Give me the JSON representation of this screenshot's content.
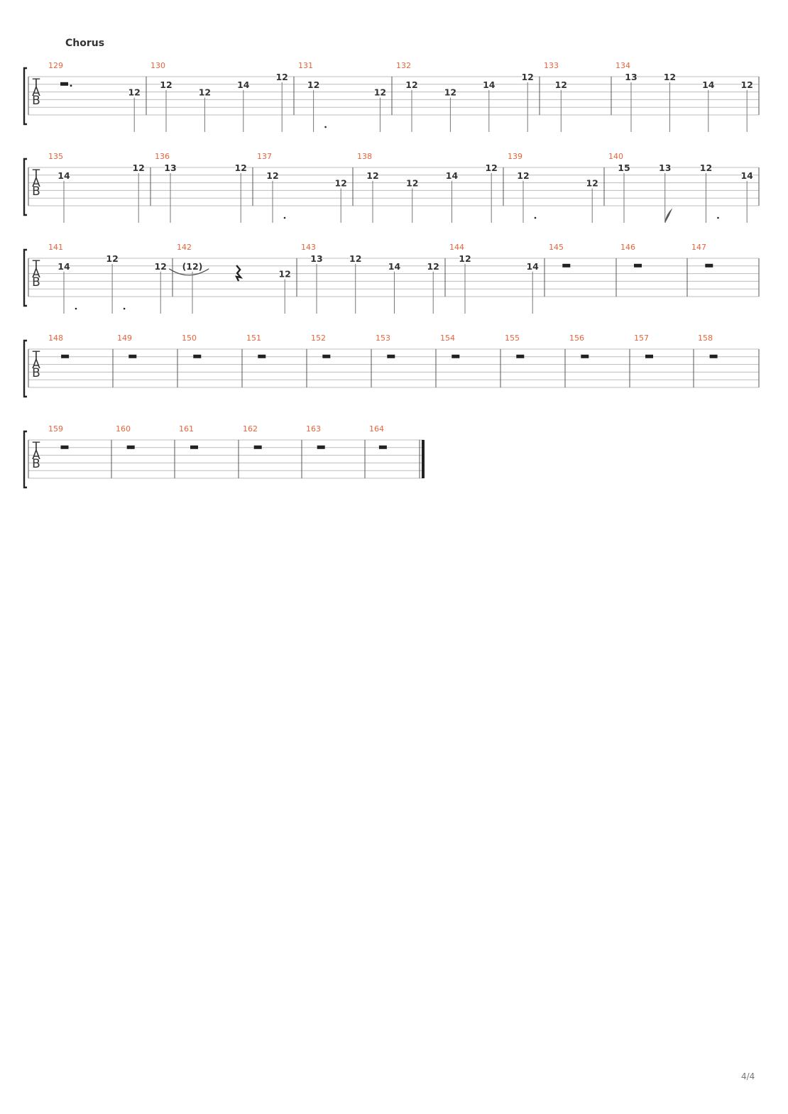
{
  "section_label": "Chorus",
  "page_number": "4/4",
  "clef": [
    "T",
    "A",
    "B"
  ],
  "colors": {
    "measure_number": "#e8643c",
    "staff_line": "#bdbdbd",
    "text": "#333333"
  },
  "systems": [
    {
      "measures": [
        {
          "number": "129",
          "events": [
            {
              "type": "rest",
              "dur": "half",
              "dotted": true
            },
            {
              "type": "note",
              "fret": "12",
              "string": 3
            }
          ]
        },
        {
          "number": "130",
          "events": [
            {
              "type": "note",
              "fret": "12",
              "string": 2
            },
            {
              "type": "note",
              "fret": "12",
              "string": 3
            },
            {
              "type": "note",
              "fret": "14",
              "string": 2
            },
            {
              "type": "note",
              "fret": "12",
              "string": 1
            }
          ]
        },
        {
          "number": "131",
          "events": [
            {
              "type": "note",
              "fret": "12",
              "string": 2,
              "dotted": true
            },
            {
              "type": "note",
              "fret": "12",
              "string": 3
            }
          ]
        },
        {
          "number": "132",
          "events": [
            {
              "type": "note",
              "fret": "12",
              "string": 2
            },
            {
              "type": "note",
              "fret": "12",
              "string": 3
            },
            {
              "type": "note",
              "fret": "14",
              "string": 2
            },
            {
              "type": "note",
              "fret": "12",
              "string": 1
            }
          ]
        },
        {
          "number": "133",
          "events": [
            {
              "type": "note",
              "fret": "12",
              "string": 2
            }
          ]
        },
        {
          "number": "134",
          "events": [
            {
              "type": "note",
              "fret": "13",
              "string": 1
            },
            {
              "type": "note",
              "fret": "12",
              "string": 1
            },
            {
              "type": "note",
              "fret": "14",
              "string": 2
            },
            {
              "type": "note",
              "fret": "12",
              "string": 2
            }
          ]
        }
      ]
    },
    {
      "measures": [
        {
          "number": "135",
          "events": [
            {
              "type": "note",
              "fret": "14",
              "string": 2
            },
            {
              "type": "note",
              "fret": "12",
              "string": 1
            }
          ]
        },
        {
          "number": "136",
          "events": [
            {
              "type": "note",
              "fret": "13",
              "string": 1
            },
            {
              "type": "note",
              "fret": "12",
              "string": 1
            }
          ]
        },
        {
          "number": "137",
          "events": [
            {
              "type": "note",
              "fret": "12",
              "string": 2,
              "dotted": true
            },
            {
              "type": "note",
              "fret": "12",
              "string": 3
            }
          ]
        },
        {
          "number": "138",
          "events": [
            {
              "type": "note",
              "fret": "12",
              "string": 2
            },
            {
              "type": "note",
              "fret": "12",
              "string": 3
            },
            {
              "type": "note",
              "fret": "14",
              "string": 2
            },
            {
              "type": "note",
              "fret": "12",
              "string": 1
            }
          ]
        },
        {
          "number": "139",
          "events": [
            {
              "type": "note",
              "fret": "12",
              "string": 2,
              "dotted": true
            },
            {
              "type": "note",
              "fret": "12",
              "string": 3
            }
          ]
        },
        {
          "number": "140",
          "events": [
            {
              "type": "note",
              "fret": "15",
              "string": 1
            },
            {
              "type": "note",
              "fret": "13",
              "string": 1,
              "flag": true
            },
            {
              "type": "note",
              "fret": "12",
              "string": 1,
              "dotted": true
            },
            {
              "type": "note",
              "fret": "14",
              "string": 2
            }
          ]
        }
      ]
    },
    {
      "measures": [
        {
          "number": "141",
          "events": [
            {
              "type": "note",
              "fret": "14",
              "string": 2,
              "dotted": true
            },
            {
              "type": "note",
              "fret": "12",
              "string": 1,
              "dotted": true
            },
            {
              "type": "note",
              "fret": "12",
              "string": 2,
              "tie": true
            }
          ]
        },
        {
          "number": "142",
          "events": [
            {
              "type": "note",
              "fret": "(12)",
              "string": 2
            },
            {
              "type": "rest",
              "dur": "quarter"
            },
            {
              "type": "note",
              "fret": "12",
              "string": 3
            }
          ]
        },
        {
          "number": "143",
          "events": [
            {
              "type": "note",
              "fret": "13",
              "string": 1
            },
            {
              "type": "note",
              "fret": "12",
              "string": 1
            },
            {
              "type": "note",
              "fret": "14",
              "string": 2
            },
            {
              "type": "note",
              "fret": "12",
              "string": 2
            }
          ]
        },
        {
          "number": "144",
          "events": [
            {
              "type": "note",
              "fret": "12",
              "string": 1
            },
            {
              "type": "note",
              "fret": "14",
              "string": 2
            }
          ]
        },
        {
          "number": "145",
          "events": [
            {
              "type": "rest",
              "dur": "whole"
            }
          ]
        },
        {
          "number": "146",
          "events": [
            {
              "type": "rest",
              "dur": "whole"
            }
          ]
        },
        {
          "number": "147",
          "events": [
            {
              "type": "rest",
              "dur": "whole"
            }
          ]
        }
      ]
    },
    {
      "measures": [
        {
          "number": "148",
          "events": [
            {
              "type": "rest",
              "dur": "whole"
            }
          ]
        },
        {
          "number": "149",
          "events": [
            {
              "type": "rest",
              "dur": "whole"
            }
          ]
        },
        {
          "number": "150",
          "events": [
            {
              "type": "rest",
              "dur": "whole"
            }
          ]
        },
        {
          "number": "151",
          "events": [
            {
              "type": "rest",
              "dur": "whole"
            }
          ]
        },
        {
          "number": "152",
          "events": [
            {
              "type": "rest",
              "dur": "whole"
            }
          ]
        },
        {
          "number": "153",
          "events": [
            {
              "type": "rest",
              "dur": "whole"
            }
          ]
        },
        {
          "number": "154",
          "events": [
            {
              "type": "rest",
              "dur": "whole"
            }
          ]
        },
        {
          "number": "155",
          "events": [
            {
              "type": "rest",
              "dur": "whole"
            }
          ]
        },
        {
          "number": "156",
          "events": [
            {
              "type": "rest",
              "dur": "whole"
            }
          ]
        },
        {
          "number": "157",
          "events": [
            {
              "type": "rest",
              "dur": "whole"
            }
          ]
        },
        {
          "number": "158",
          "events": [
            {
              "type": "rest",
              "dur": "whole"
            }
          ]
        }
      ]
    },
    {
      "final_barline": true,
      "measures": [
        {
          "number": "159",
          "events": [
            {
              "type": "rest",
              "dur": "whole"
            }
          ]
        },
        {
          "number": "160",
          "events": [
            {
              "type": "rest",
              "dur": "whole"
            }
          ]
        },
        {
          "number": "161",
          "events": [
            {
              "type": "rest",
              "dur": "whole"
            }
          ]
        },
        {
          "number": "162",
          "events": [
            {
              "type": "rest",
              "dur": "whole"
            }
          ]
        },
        {
          "number": "163",
          "events": [
            {
              "type": "rest",
              "dur": "whole"
            }
          ]
        },
        {
          "number": "164",
          "events": [
            {
              "type": "rest",
              "dur": "whole"
            }
          ]
        }
      ]
    }
  ]
}
